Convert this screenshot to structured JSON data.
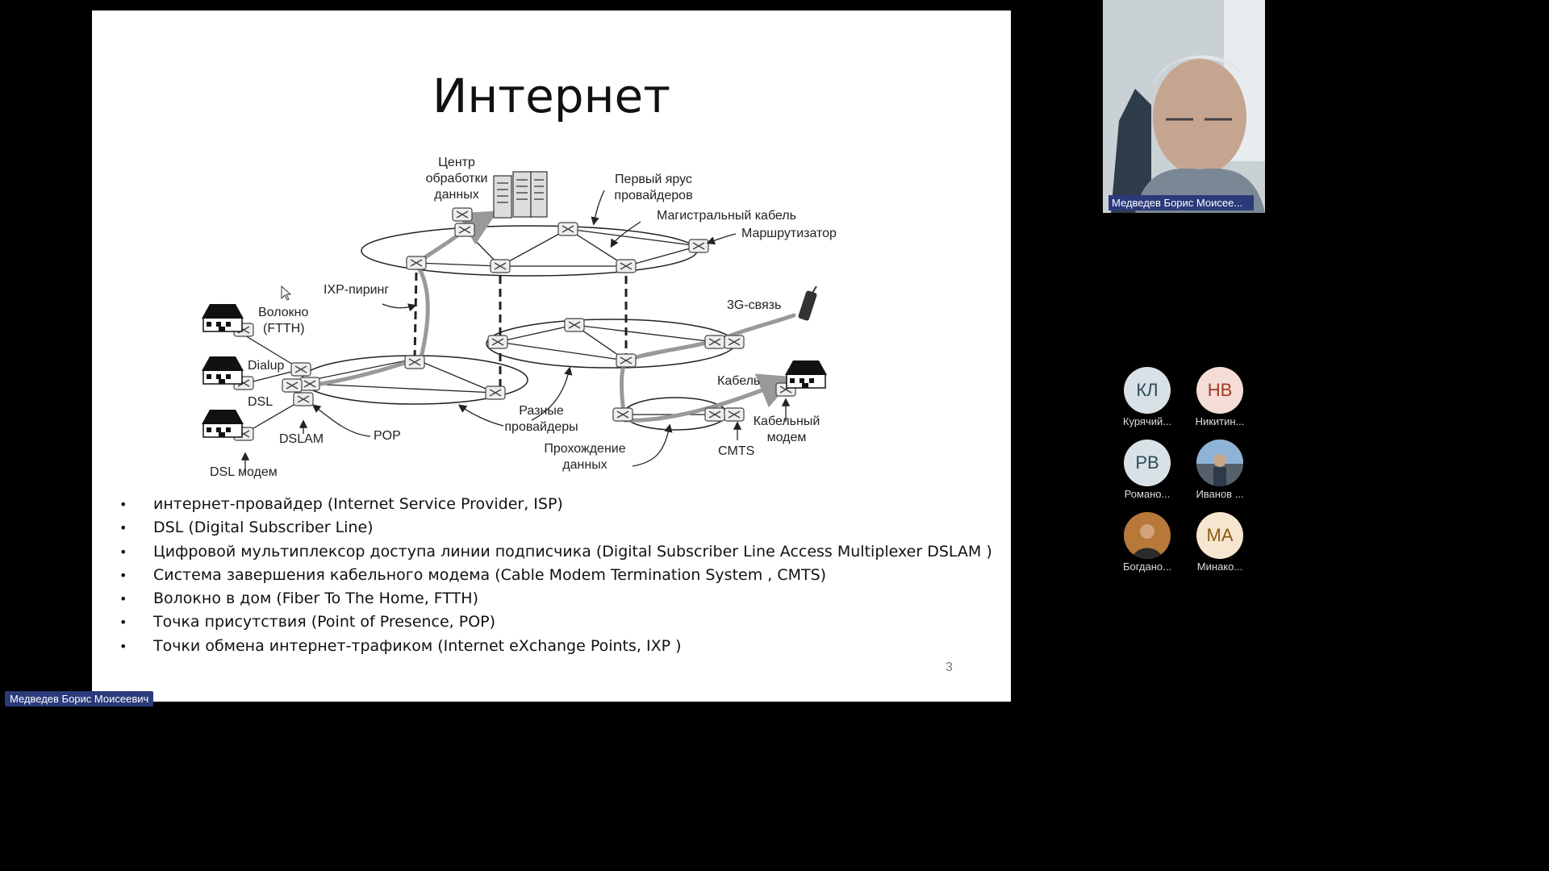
{
  "slide": {
    "title": "Интернет",
    "page_number": "3",
    "diagram_labels": {
      "datacenter": [
        "Центр",
        "обработки",
        "данных"
      ],
      "tier1": [
        "Первый ярус",
        "провайдеров"
      ],
      "backbone": "Магистральный кабель",
      "router": "Маршрутизатор",
      "ixp": "IXP-пиринг",
      "fiber": [
        "Волокно",
        "(FTTH)"
      ],
      "dialup": "Dialup",
      "dsl": "DSL",
      "dslam": "DSLAM",
      "pop": "POP",
      "dsl_modem": "DSL модем",
      "mobile": "3G-связь",
      "cable": "Кабель",
      "providers": [
        "Разные",
        "провайдеры"
      ],
      "data_path": [
        "Прохождение",
        "данных"
      ],
      "cmts": "CMTS",
      "cable_modem": [
        "Кабельный",
        "модем"
      ]
    },
    "bullets": [
      "интернет-провайдер (Internet Service Provider, ISP)",
      "DSL (Digital Subscriber Line)",
      "Цифровой мультиплексор доступа линии подписчика  (Digital Subscriber Line Access Multiplexer DSLAM )",
      "Система завершения кабельного модема (Cable Modem Termination System , CMTS)",
      "Волокно в дом (Fiber To The Home, FTTH)",
      "Точка присутствия (Point of Presence, POP)",
      "Точки обмена интернет-трафиком  (Internet eXchange Points, IXP )"
    ]
  },
  "presenter": {
    "name_label": "Медведев Борис Моисеевич",
    "camera_label": "Медведев Борис Моисее..."
  },
  "participants": [
    {
      "initials": "КЛ",
      "name": "Курячий...",
      "color": "#d8e2e6",
      "text_color": "#2e4a57"
    },
    {
      "initials": "НВ",
      "name": "Никитин...",
      "color": "#f4ddd6",
      "text_color": "#a13a22"
    },
    {
      "initials": "РВ",
      "name": "Романо...",
      "color": "#d8e2e6",
      "text_color": "#2e4a57"
    },
    {
      "initials": "",
      "name": "Иванов ...",
      "color": "#6a8fb0",
      "text_color": "#fff"
    },
    {
      "initials": "",
      "name": "Богдано...",
      "color": "#8a5a2a",
      "text_color": "#fff"
    },
    {
      "initials": "МА",
      "name": "Минако...",
      "color": "#f7e6cf",
      "text_color": "#8a5a14"
    }
  ]
}
